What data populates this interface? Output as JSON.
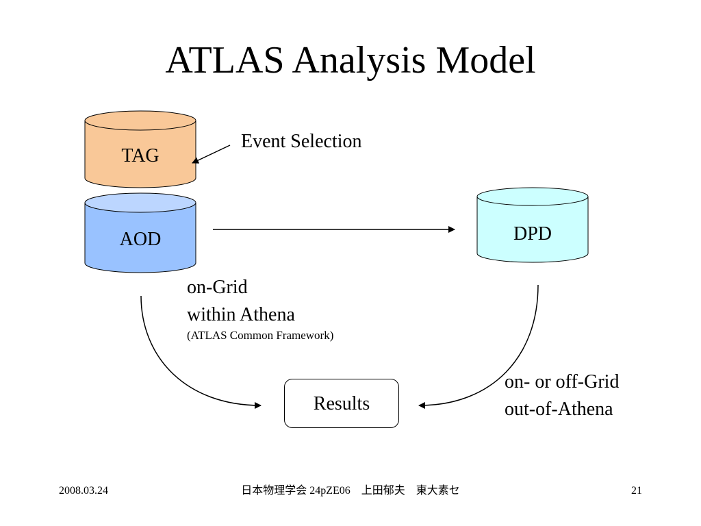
{
  "slide": {
    "title": "ATLAS Analysis Model"
  },
  "diagram": {
    "tag_label": "TAG",
    "aod_label": "AOD",
    "dpd_label": "DPD",
    "results_label": "Results",
    "event_selection": "Event Selection",
    "on_grid_line1": "on-Grid",
    "on_grid_line2": "within Athena",
    "on_grid_line3": "(ATLAS Common Framework)",
    "off_grid_line1": "on- or off-Grid",
    "off_grid_line2": "out-of-Athena",
    "colors": {
      "tag_fill": "#f9c898",
      "aod_fill": "#99c2ff",
      "dpd_fill": "#ccffff",
      "outline": "#000000"
    }
  },
  "footer": {
    "date": "2008.03.24",
    "center": "日本物理学会 24pZE06　上田郁夫　東大素セ",
    "page": "21"
  }
}
